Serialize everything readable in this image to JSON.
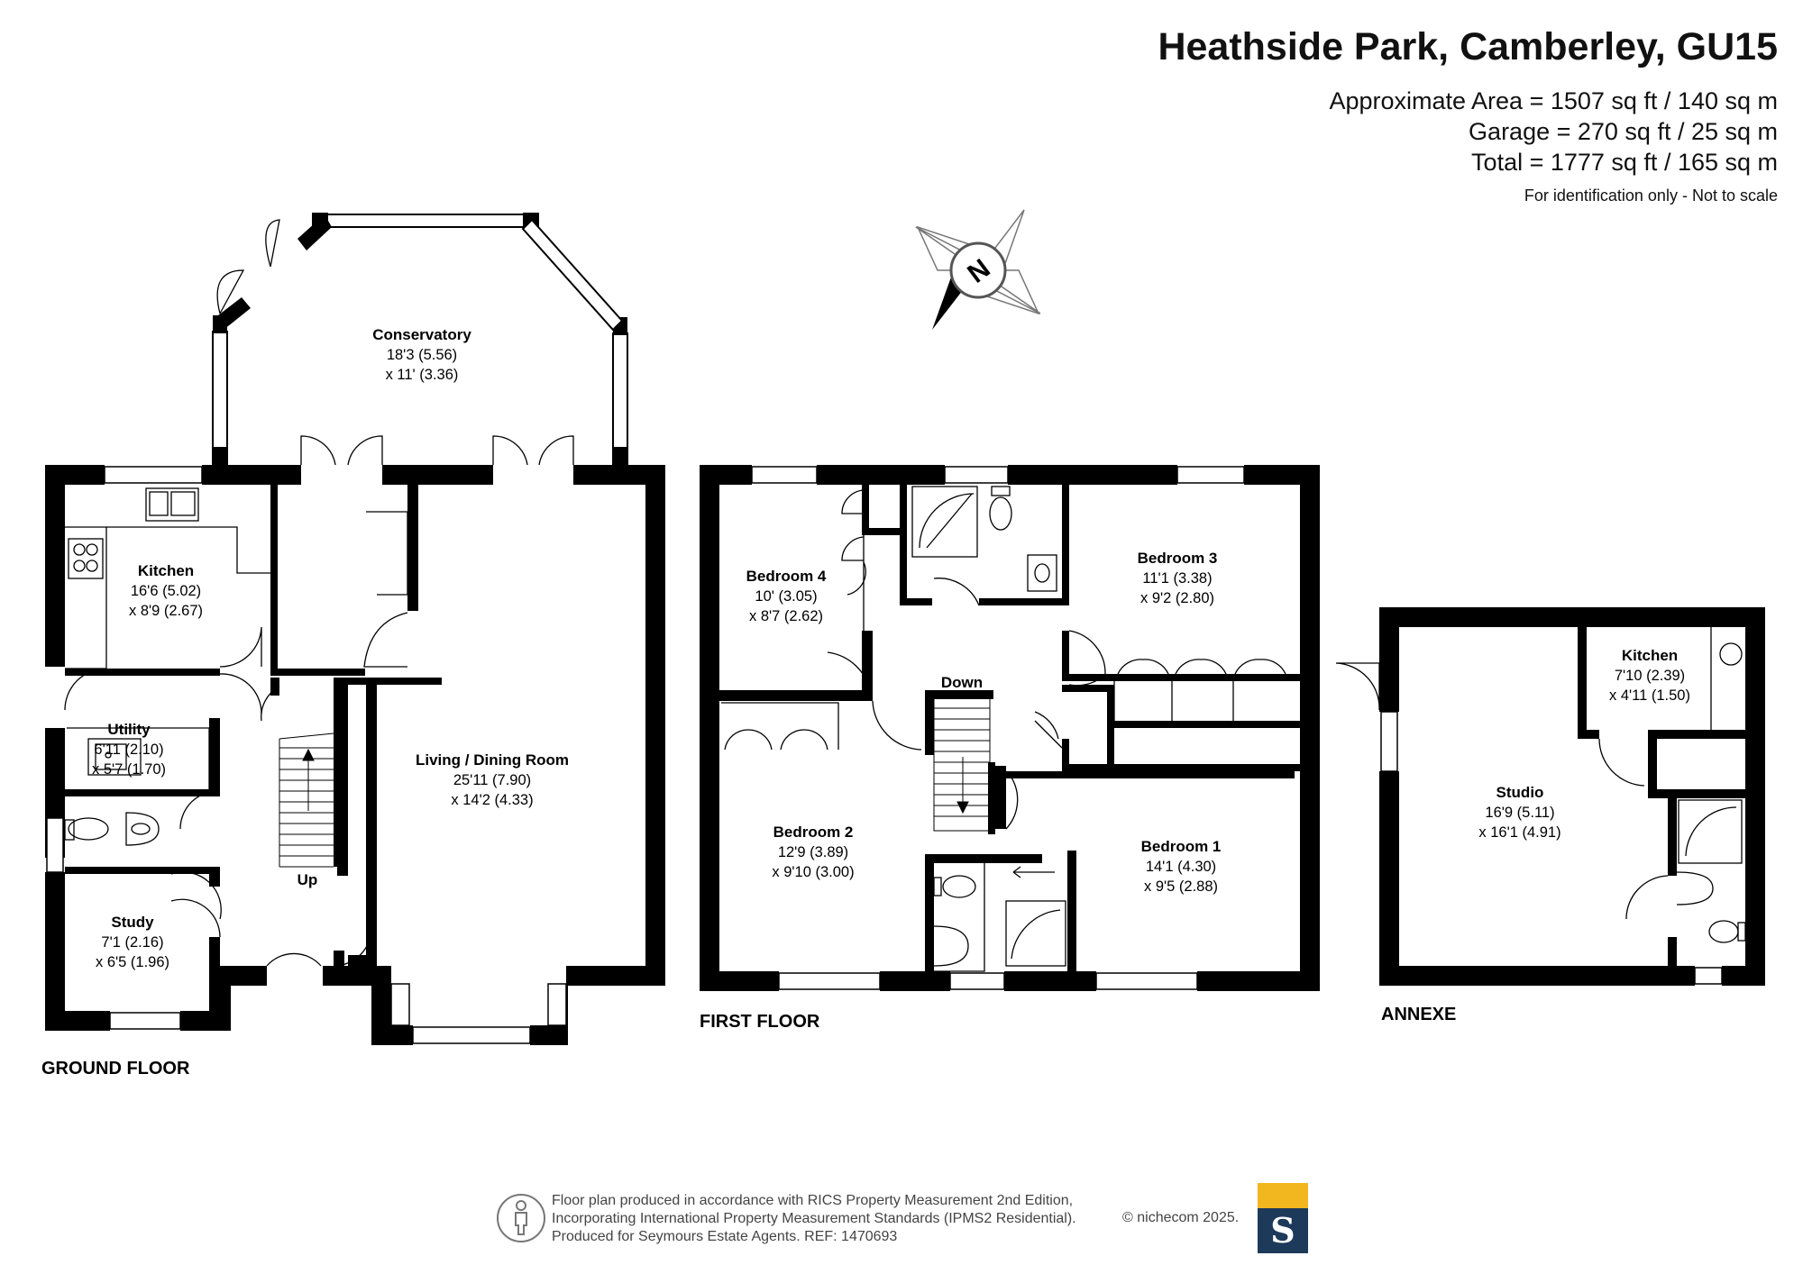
{
  "header": {
    "title": "Heathside Park, Camberley, GU15",
    "area_line": "Approximate Area = 1507 sq ft / 140 sq m",
    "garage_line": "Garage = 270 sq ft / 25 sq m",
    "total_line": "Total = 1777 sq ft / 165 sq m",
    "note": "For identification only - Not to scale"
  },
  "compass": {
    "label": "N"
  },
  "floors": {
    "ground": "GROUND FLOOR",
    "first": "FIRST FLOOR",
    "annexe": "ANNEXE"
  },
  "rooms": {
    "conservatory": {
      "name": "Conservatory",
      "dim1": "18'3 (5.56)",
      "dim2": "x 11' (3.36)"
    },
    "kitchen": {
      "name": "Kitchen",
      "dim1": "16'6 (5.02)",
      "dim2": "x 8'9 (2.67)"
    },
    "utility": {
      "name": "Utility",
      "dim1": "6'11 (2.10)",
      "dim2": "x 5'7 (1.70)"
    },
    "study": {
      "name": "Study",
      "dim1": "7'1 (2.16)",
      "dim2": "x 6'5 (1.96)"
    },
    "living": {
      "name": "Living / Dining Room",
      "dim1": "25'11 (7.90)",
      "dim2": "x 14'2 (4.33)"
    },
    "bedroom4": {
      "name": "Bedroom 4",
      "dim1": "10' (3.05)",
      "dim2": "x 8'7 (2.62)"
    },
    "bedroom3": {
      "name": "Bedroom 3",
      "dim1": "11'1 (3.38)",
      "dim2": "x 9'2 (2.80)"
    },
    "bedroom2": {
      "name": "Bedroom 2",
      "dim1": "12'9 (3.89)",
      "dim2": "x 9'10 (3.00)"
    },
    "bedroom1": {
      "name": "Bedroom 1",
      "dim1": "14'1 (4.30)",
      "dim2": "x 9'5 (2.88)"
    },
    "annexe_kitchen": {
      "name": "Kitchen",
      "dim1": "7'10 (2.39)",
      "dim2": "x 4'11 (1.50)"
    },
    "studio": {
      "name": "Studio",
      "dim1": "16'9 (5.11)",
      "dim2": "x 16'1 (4.91)"
    }
  },
  "stairs": {
    "up": "Up",
    "down": "Down"
  },
  "footer": {
    "line1": "Floor plan produced in accordance with RICS Property Measurement 2nd Edition,",
    "line2": "Incorporating International Property Measurement Standards (IPMS2 Residential).",
    "line3": "Produced for Seymours Estate Agents.    REF: 1470693",
    "copyright": "© nichecom 2025.",
    "logo_letter": "S"
  },
  "colors": {
    "wall": "#000000",
    "logo_gold": "#f2b61e",
    "logo_navy": "#1d3a5a"
  }
}
